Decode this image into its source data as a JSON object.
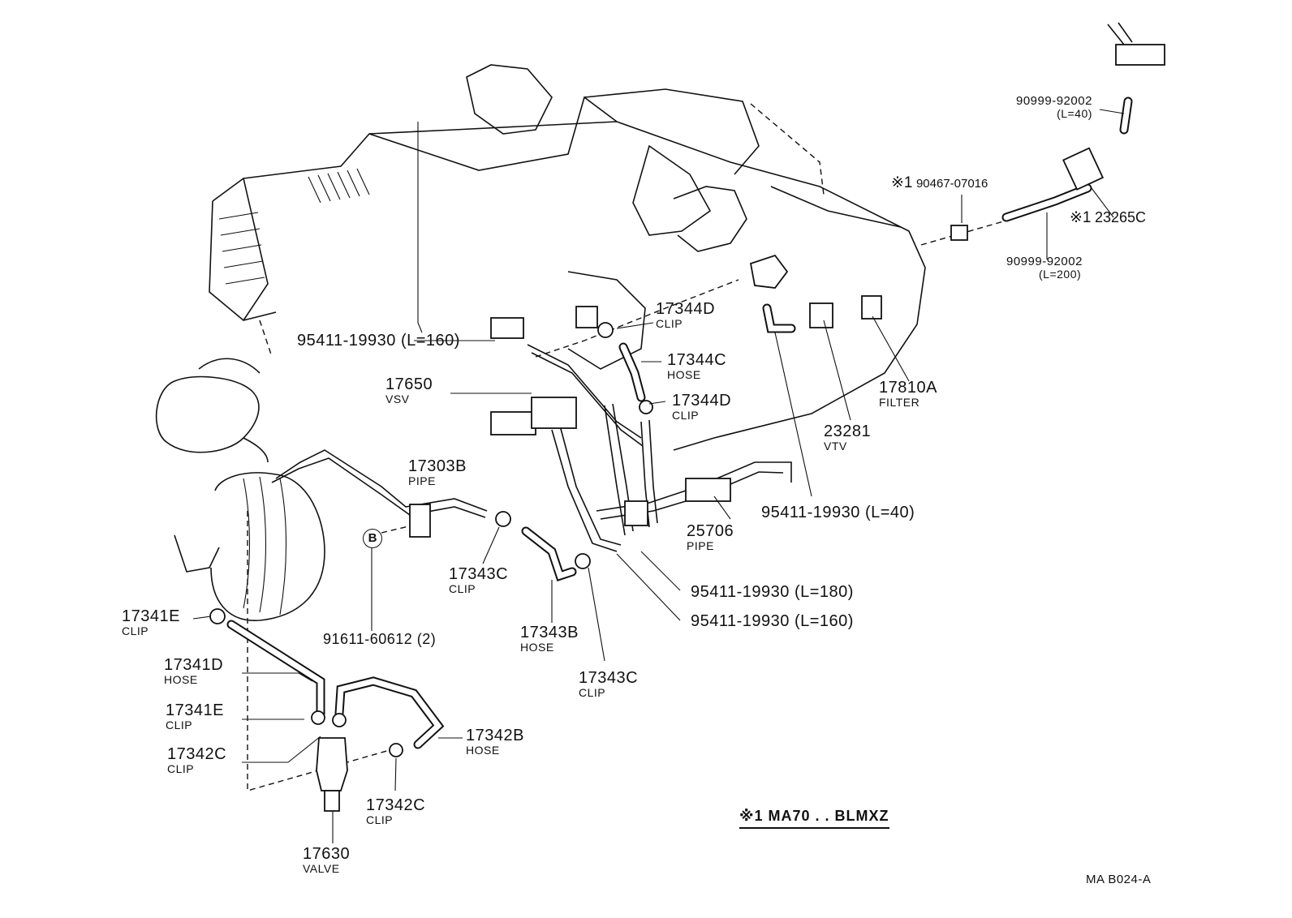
{
  "callouts": [
    {
      "id": "95411-19930-l160-top",
      "pn": "95411-19930 (L=160)"
    },
    {
      "id": "17650",
      "pn": "17650",
      "sub": "VSV"
    },
    {
      "id": "17344d-1",
      "pn": "17344D",
      "sub": "CLIP"
    },
    {
      "id": "17344c",
      "pn": "17344C",
      "sub": "HOSE"
    },
    {
      "id": "17344d-2",
      "pn": "17344D",
      "sub": "CLIP"
    },
    {
      "id": "17810a",
      "pn": "17810A",
      "sub": "FILTER"
    },
    {
      "id": "23281",
      "pn": "23281",
      "sub": "VTV"
    },
    {
      "id": "95411-19930-l40",
      "pn": "95411-19930 (L=40)"
    },
    {
      "id": "25706",
      "pn": "25706",
      "sub": "PIPE"
    },
    {
      "id": "17303b",
      "pn": "17303B",
      "sub": "PIPE"
    },
    {
      "id": "17343c-1",
      "pn": "17343C",
      "sub": "CLIP"
    },
    {
      "id": "91611-60612",
      "pn": "91611-60612 (2)"
    },
    {
      "id": "17343b",
      "pn": "17343B",
      "sub": "HOSE"
    },
    {
      "id": "17343c-2",
      "pn": "17343C",
      "sub": "CLIP"
    },
    {
      "id": "95411-19930-l180",
      "pn": "95411-19930 (L=180)"
    },
    {
      "id": "95411-19930-l160-bottom",
      "pn": "95411-19930 (L=160)"
    },
    {
      "id": "17341e-1",
      "pn": "17341E",
      "sub": "CLIP"
    },
    {
      "id": "17341d",
      "pn": "17341D",
      "sub": "HOSE"
    },
    {
      "id": "17341e-2",
      "pn": "17341E",
      "sub": "CLIP"
    },
    {
      "id": "17342c-1",
      "pn": "17342C",
      "sub": "CLIP"
    },
    {
      "id": "17342b",
      "pn": "17342B",
      "sub": "HOSE"
    },
    {
      "id": "17342c-2",
      "pn": "17342C",
      "sub": "CLIP"
    },
    {
      "id": "17630",
      "pn": "17630",
      "sub": "VALVE"
    },
    {
      "id": "90999-92002-l40",
      "pn": "90999-92002",
      "sub": "(L=40)"
    },
    {
      "id": "90467-07016",
      "pn": "90467-07016",
      "mark": "※1"
    },
    {
      "id": "23265c",
      "pn": "23265C",
      "mark": "※1"
    },
    {
      "id": "90999-92002-l200",
      "pn": "90999-92002",
      "sub": "(L=200)"
    }
  ],
  "reference_bubble": "B",
  "legend": "※1 MA70 . . BLMXZ",
  "drawing_code": "MA  B024-A"
}
